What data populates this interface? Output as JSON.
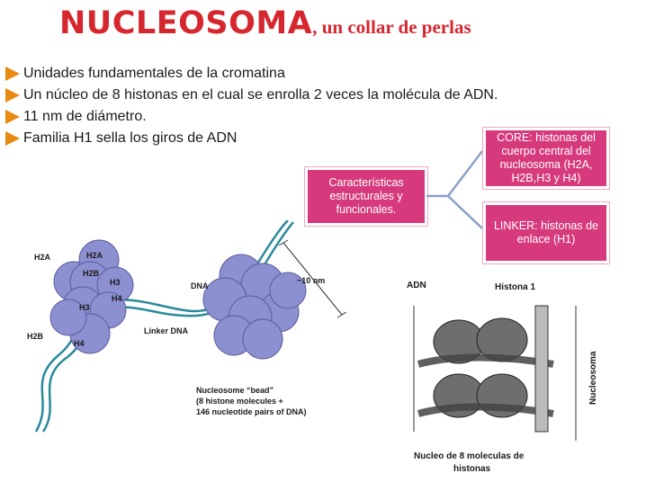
{
  "title": {
    "main": "NUCLEOSOMA",
    "sub": ", un collar de perlas"
  },
  "bullets": [
    "Unidades fundamentales de la cromatina",
    "Un núcleo de 8 histonas en el cual se enrolla 2 veces la molécula de ADN.",
    "11 nm de diámetro.",
    "Familia H1 sella los giros de ADN"
  ],
  "concept_map": {
    "main": "Características estructurales y funcionales.",
    "core": "CORE: histonas del cuerpo central del nucleosoma (H2A, H2B,H3 y H4)",
    "linker": "LINKER: histonas de enlace (H1)"
  },
  "diagram1": {
    "labels": {
      "h2a_outer": "H2A",
      "h2a": "H2A",
      "h2b": "H2B",
      "h3_right": "H3",
      "h4_right": "H4",
      "h3": "H3",
      "h2b_outer": "H2B",
      "h4": "H4",
      "dna": "DNA",
      "linker_dna": "Linker DNA",
      "size": "~10 nm"
    },
    "caption": [
      "Nucleosome “bead”",
      "(8 histone molecules +",
      "146 nucleotide pairs of DNA)"
    ]
  },
  "diagram2": {
    "labels": {
      "adn": "ADN",
      "histona": "Histona 1",
      "nucleosoma": "Nucleosoma"
    },
    "caption": [
      "Nucleo de 8 moleculas de",
      "histonas"
    ]
  },
  "colors": {
    "title": "#d6262e",
    "box_fill": "#d73a7c",
    "box_border": "#f2a7c4",
    "bullet_arrow": "#e88a12",
    "histone": "#8c8fd0",
    "dna": "#2a8a9a"
  }
}
